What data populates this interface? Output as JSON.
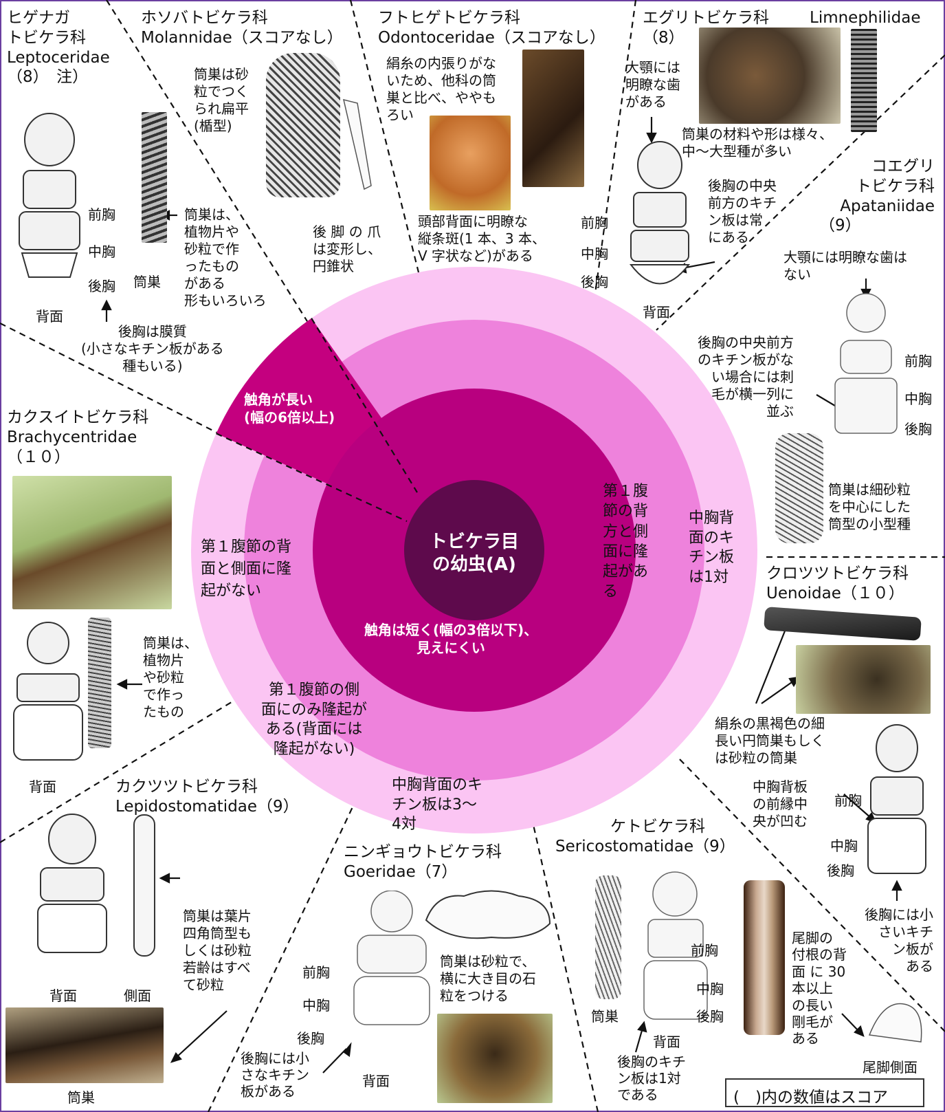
{
  "center": {
    "line1": "トビケラ目",
    "line2": "の幼虫(A)"
  },
  "inner": {
    "long_antenna": {
      "line1": "触角が長い",
      "line2": "(幅の6倍以上)"
    },
    "short_antenna": {
      "line1": "触角は短く(幅の3倍以下)、",
      "line2": "見えにくい"
    }
  },
  "middle": {
    "hump_back_side": [
      "第１腹",
      "節の背",
      "方と側",
      "面に隆",
      "起があ",
      "る"
    ],
    "no_hump": [
      "第１腹節の背",
      "面と側面に隆",
      "起がない"
    ],
    "hump_side_only": [
      "第１腹節の側",
      "面にのみ隆起が",
      "ある(背面には",
      "隆起がない)"
    ]
  },
  "outer": {
    "one_pair": [
      "中胸背",
      "面のキ",
      "チン板",
      "は1対"
    ],
    "three_four": [
      "中胸背面のキ",
      "チン板は3〜",
      "4対"
    ]
  },
  "families": {
    "leptoceridae": {
      "name": [
        "ヒゲナガ",
        "トビケラ科",
        "Leptoceridae",
        "（8）　注）"
      ],
      "case_note": [
        "筒巣は、",
        "植物片や",
        "砂粒で作",
        "ったもの",
        "がある",
        "形もいろいろ"
      ],
      "labels": {
        "pro": "前胸",
        "meso": "中胸",
        "meta": "後胸",
        "case": "筒巣",
        "dorsal": "背面"
      },
      "meta_note": [
        "後胸は膜質",
        "(小さなキチン板がある",
        "種もいる)"
      ]
    },
    "molannidae": {
      "name": [
        "ホソバトビケラ科",
        "Molannidae（スコアなし）"
      ],
      "case_note": [
        "筒巣は砂",
        "粒でつく",
        "られ扁平",
        "(楯型)"
      ],
      "leg_note": [
        "後 脚 の 爪",
        "は変形し、",
        "円錐状"
      ]
    },
    "odontoceridae": {
      "name": [
        "フトヒゲトビケラ科",
        "Odontoceridae（スコアなし）"
      ],
      "case_note": [
        "絹糸の内張りがな",
        "いため、他科の筒",
        "巣と比べ、ややも",
        "ろい"
      ],
      "head_note": [
        "頭部背面に明瞭な",
        "縦条斑(1 本、3 本、",
        "V 字状など)がある"
      ]
    },
    "limnephilidae": {
      "name": [
        "エグリトビケラ科",
        "（8）"
      ],
      "latin": "Limnephilidae",
      "mandible": [
        "大顎には",
        "明瞭な歯",
        "がある"
      ],
      "case_note": [
        "筒巣の材料や形は様々、",
        "中〜大型種が多い"
      ],
      "meta_note": [
        "後胸の中央",
        "前方のキチ",
        "ン板は常",
        "にある"
      ],
      "labels": {
        "pro": "前胸",
        "meso": "中胸",
        "meta": "後胸",
        "dorsal": "背面"
      }
    },
    "apataniidae": {
      "name": [
        "コエグリ",
        "トビケラ科",
        "Apataniidae",
        "（9）"
      ],
      "mandible": [
        "大顎には明瞭な歯は",
        "ない"
      ],
      "meta_note": [
        "後胸の中央前方",
        "のキチン板がな",
        "い場合には刺",
        "毛が横一列に",
        "並ぶ"
      ],
      "case_note": [
        "筒巣は細砂粒",
        "を中心にした",
        "筒型の小型種"
      ],
      "labels": {
        "pro": "前胸",
        "meso": "中胸",
        "meta": "後胸"
      }
    },
    "brachycentridae": {
      "name": [
        "カクスイトビケラ科",
        "Brachycentridae",
        "（１０）"
      ],
      "case_note": [
        "筒巣は、",
        "植物片",
        "や砂粒",
        "で作っ",
        "たもの"
      ],
      "labels": {
        "dorsal": "背面"
      }
    },
    "uenoidae": {
      "name": [
        "クロツツトビケラ科",
        "Uenoidae（１０）"
      ],
      "case_note": [
        "絹糸の黒褐色の細",
        "長い円筒巣もしく",
        "は砂粒の筒巣"
      ],
      "meso_note": [
        "中胸背板",
        "の前縁中",
        "央が凹む"
      ],
      "meta_note": [
        "後胸には小",
        "さいキチ",
        "ン板が",
        "ある"
      ],
      "labels": {
        "pro": "前胸",
        "meso": "中胸",
        "meta": "後胸"
      }
    },
    "lepidostomatidae": {
      "name": [
        "カクツツトビケラ科",
        "Lepidostomatidae（9）"
      ],
      "case_note": [
        "筒巣は葉片",
        "四角筒型も",
        "しくは砂粒",
        "若齢はすべ",
        "て砂粒"
      ],
      "labels": {
        "dorsal": "背面",
        "lateral": "側面",
        "case": "筒巣"
      }
    },
    "goeridae": {
      "name": [
        "ニンギョウトビケラ科",
        "Goeridae（7）"
      ],
      "case_note": [
        "筒巣は砂粒で、",
        "横に大き目の石",
        "粒をつける"
      ],
      "meta_note": [
        "後胸には小",
        "さなキチン",
        "板がある"
      ],
      "labels": {
        "pro": "前胸",
        "meso": "中胸",
        "meta": "後胸",
        "dorsal": "背面"
      }
    },
    "sericostomatidae": {
      "name": [
        "ケトビケラ科",
        "Sericostomatidae（9）"
      ],
      "meta_note": [
        "後胸のキチ",
        "ン板は1対",
        "である"
      ],
      "proleg_note": [
        "尾脚の",
        "付根の背",
        "面 に 30",
        "本以上",
        "の長い",
        "剛毛が",
        "ある"
      ],
      "labels": {
        "pro": "前胸",
        "meso": "中胸",
        "meta": "後胸",
        "case": "筒巣",
        "dorsal": "背面",
        "proleg": "尾脚側面"
      }
    }
  },
  "legend": "(　)内の数値はスコア",
  "colors": {
    "hub": "#5e0a4c",
    "inner": "#b8007f",
    "long_antenna": "#c4007f",
    "middle": "#ee82dc",
    "outer": "#fbc5f3",
    "frame": "#6b3fa0"
  }
}
